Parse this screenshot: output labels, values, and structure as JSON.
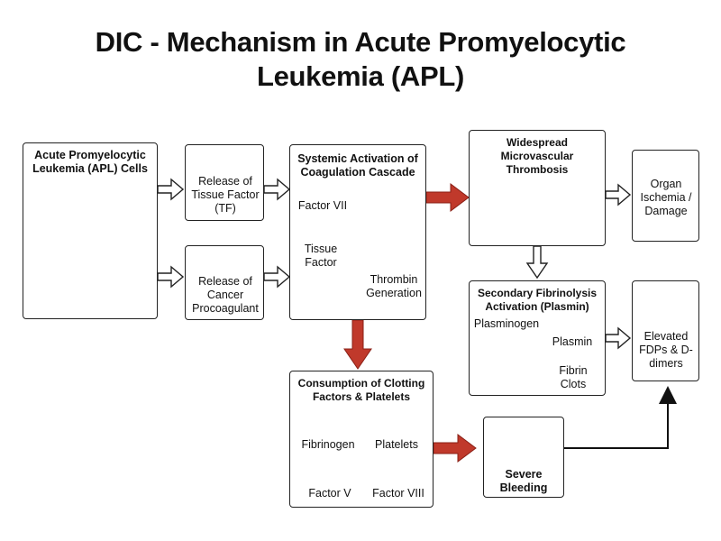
{
  "title": "DIC - Mechanism in Acute Promyelocytic Leukemia (APL)",
  "boxes": {
    "apl_cells": "Acute Promyelocytic Leukemia (APL) Cells",
    "tissue_factor": "Release of Tissue Factor (TF)",
    "cancer_procoagulant": "Release of Cancer Procoagulant",
    "systemic_activation": "Systemic Activation of Coagulation Cascade",
    "factor_vii": "Factor VII",
    "tissue_factor_label": "Tissue Factor",
    "thrombin_generation": "Thrombin Generation",
    "microvascular_thrombosis": "Widespread Microvascular Thrombosis",
    "organ_ischemia": "Organ Ischemia / Damage",
    "fibrinolysis": "Secondary Fibrinolysis Activation (Plasmin)",
    "plasminogen": "Plasminogen",
    "plasmin": "Plasmin",
    "fibrin_clots": "Fibrin Clots",
    "fdps": "Elevated FDPs & D-dimers",
    "consumption": "Consumption of Clotting Factors & Platelets",
    "fibrinogen": "Fibrinogen",
    "platelets": "Platelets",
    "factor_v": "Factor V",
    "factor_viii": "Factor VIII",
    "severe_bleeding": "Severe Bleeding"
  },
  "colors": {
    "red_arrow": "#c0392b",
    "cell_purple": "#8e6bb8",
    "blood_red": "#b8282e",
    "orange": "#f0a020",
    "blue": "#2f7fc1"
  }
}
